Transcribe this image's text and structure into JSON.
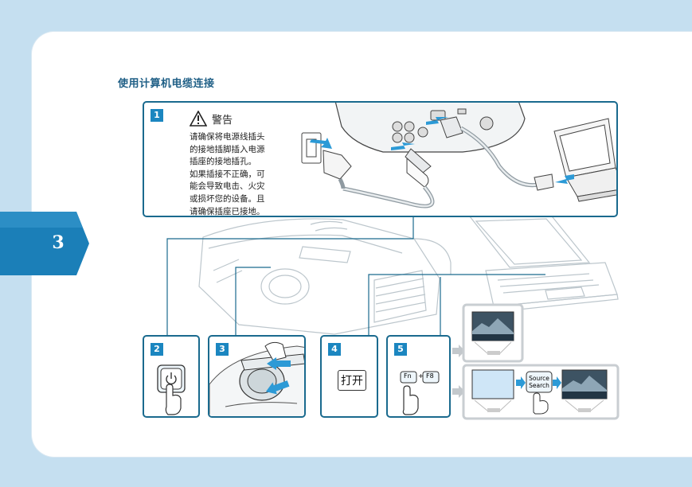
{
  "chapter": {
    "number": "3"
  },
  "title": "使用计算机电缆连接",
  "warning": {
    "label": "警告",
    "lines": [
      "请确保将电源线插头",
      "的接地插脚插入电源",
      "插座的接地插孔。",
      "如果插接不正确，可",
      "能会导致电击、火灾",
      "或损坏您的设备。且",
      "请确保插座已接地。"
    ]
  },
  "steps": [
    {
      "number": "1"
    },
    {
      "number": "2"
    },
    {
      "number": "3"
    },
    {
      "number": "4",
      "text": "打开"
    },
    {
      "number": "5",
      "key_fn": "Fn",
      "key_plus": "+",
      "key_f8": "F8"
    }
  ],
  "source_search": {
    "line1": "Source",
    "line2": "Search"
  },
  "colors": {
    "frame": "#1a6a8e",
    "accent": "#1b86c0",
    "tab": "#1b7fb8",
    "background": "#c5dff0"
  }
}
